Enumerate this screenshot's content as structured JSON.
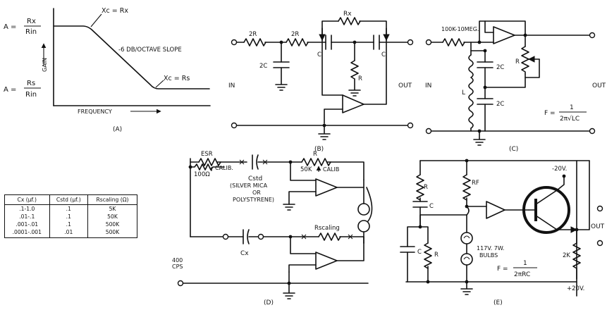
{
  "panel_a": {
    "label": "(A)",
    "gain_high_prefix": "A =",
    "gain_high_num": "Rx",
    "gain_high_den": "Rin",
    "gain_low_prefix": "A =",
    "gain_low_num": "Rs",
    "gain_low_den": "Rin",
    "y_axis": "GAIN",
    "x_axis": "FREQUENCY",
    "upper_break": "Xc = Rx",
    "lower_break": "Xc = Rs",
    "slope": "-6 DB/OCTAVE SLOPE"
  },
  "panel_b": {
    "label": "(B)",
    "input": "IN",
    "output": "OUT",
    "r1": "2R",
    "r2": "2R",
    "c_shunt": "2C",
    "c1": "C",
    "c2": "C",
    "r_shunt": "R",
    "r_feedback": "Rx"
  },
  "panel_c": {
    "label": "(C)",
    "input": "IN",
    "output": "OUT",
    "r_in": "100K-10MEG.",
    "inductor": "L",
    "c_top": "2C",
    "c_bottom": "2C",
    "pot": "R",
    "formula_lhs": "F =",
    "formula_num": "1",
    "formula_den": "2π√LC"
  },
  "panel_d": {
    "label": "(D)",
    "source": "400 CPS",
    "esr": "ESR",
    "esr_pot": "100Ω",
    "esr_pot_label": "CALIB.",
    "c_std": "Cstd",
    "c_std_note_1": "(SILVER MICA",
    "c_std_note_2": "OR",
    "c_std_note_3": "POLYSTYRENE)",
    "r_top": "R",
    "r_top_value": "50K",
    "r_top_label": "CALIB",
    "c_x": "Cx",
    "r_scaling": "Rscaling"
  },
  "table": {
    "headers": [
      "Cx (μf.)",
      "Cstd (μf.)",
      "Rscaling (Ω)"
    ],
    "rows": [
      [
        ".1-1.0",
        ".1",
        "5K"
      ],
      [
        ".01-.1",
        ".1",
        "50K"
      ],
      [
        ".001-.01",
        ".1",
        "500K"
      ],
      [
        ".0001-.001",
        ".01",
        "500K"
      ]
    ]
  },
  "panel_e": {
    "label": "(E)",
    "output": "OUT",
    "r_top": "R",
    "c_top": "C",
    "r_bottom": "R",
    "c_bottom": "C",
    "r_feedback": "RF",
    "bulbs_1": "117V. 7W.",
    "bulbs_2": "BULBS",
    "supply_neg": "-20V.",
    "supply_pos": "+20V.",
    "load": "2K",
    "formula_lhs": "F =",
    "formula_num": "1",
    "formula_den": "2πRC"
  }
}
